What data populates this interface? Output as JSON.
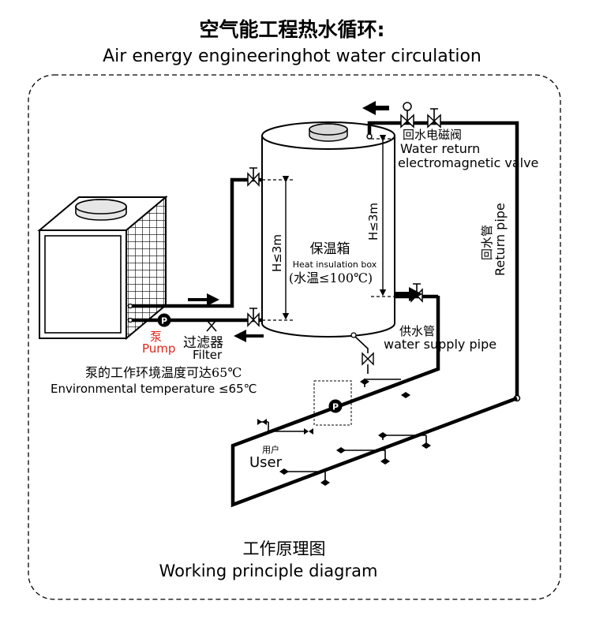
{
  "title_cn": "空气能工程热水循环:",
  "title_en": "Air energy engineeringhot water circulation",
  "valve_return_cn": "回水电磁阀",
  "valve_return_en_1": "Water return",
  "valve_return_en_2": "electromagnetic valve",
  "return_pipe_cn": "回水管",
  "return_pipe_en": "Return pipe",
  "tank_height_left": "H≤3m",
  "tank_height_right": "H≤3m",
  "tank_cn": "保温箱",
  "tank_en": "Heat insulation box",
  "tank_temp": "(水温≤100℃)",
  "supply_pipe_cn": "供水管",
  "supply_pipe_en": "water supply pipe",
  "pump_cn": "泵",
  "pump_en": "Pump",
  "filter_cn": "过滤器",
  "filter_en": "Filter",
  "pump_symbol": "P",
  "env_temp_cn": "泵的工作环境温度可达65℃",
  "env_temp_en": "Environmental temperature ≤65℃",
  "user_cn": "用户",
  "user_en": "User",
  "footer_cn": "工作原理图",
  "footer_en": "Working principle diagram",
  "colors": {
    "pump_label": "#e0261b",
    "line": "#000000"
  }
}
